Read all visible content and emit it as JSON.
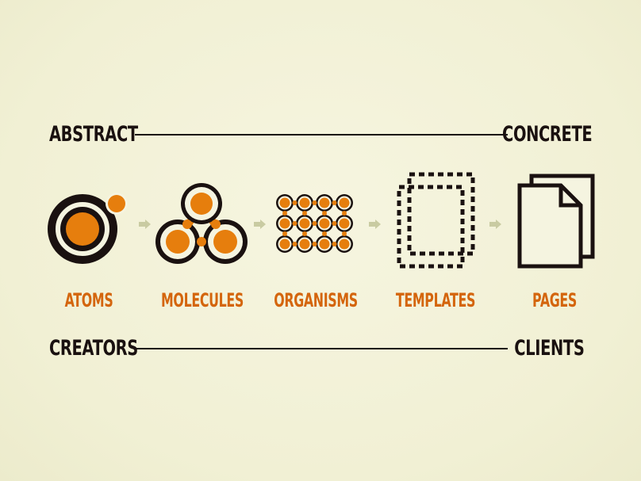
{
  "top_axis": {
    "left_label": "ABSTRACT",
    "right_label": "CONCRETE"
  },
  "bottom_axis": {
    "left_label": "CREATORS",
    "right_label": "CLIENTS"
  },
  "stages": [
    {
      "label": "ATOMS",
      "icon": "atom-icon"
    },
    {
      "label": "MOLECULES",
      "icon": "molecule-icon"
    },
    {
      "label": "ORGANISMS",
      "icon": "organism-icon"
    },
    {
      "label": "TEMPLATES",
      "icon": "template-icon"
    },
    {
      "label": "PAGES",
      "icon": "pages-icon"
    }
  ],
  "colors": {
    "background": "#f3f2d9",
    "ink": "#1a1110",
    "accent": "#e67e0d",
    "label": "#d4650d",
    "arrow": "#c9cba2"
  }
}
